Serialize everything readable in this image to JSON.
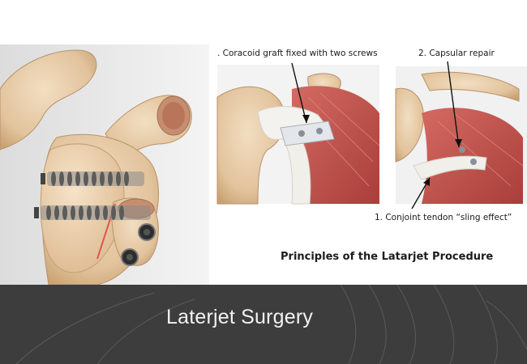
{
  "slide": {
    "title": "Laterjet Surgery"
  },
  "diagram": {
    "heading": "Principles of the Latarjet Procedure",
    "captions": {
      "graft": ". Coracoid graft fixed with two screws",
      "capsular": "2. Capsular repair",
      "conjoint": "1. Conjoint tendon “sling effect”"
    }
  },
  "colors": {
    "background": "#ffffff",
    "band": "#3d3d3d",
    "band_text": "#f2f2f2",
    "bone": "#e8cfae",
    "muscle": "#c8554f",
    "tendon": "#eeeeea"
  }
}
